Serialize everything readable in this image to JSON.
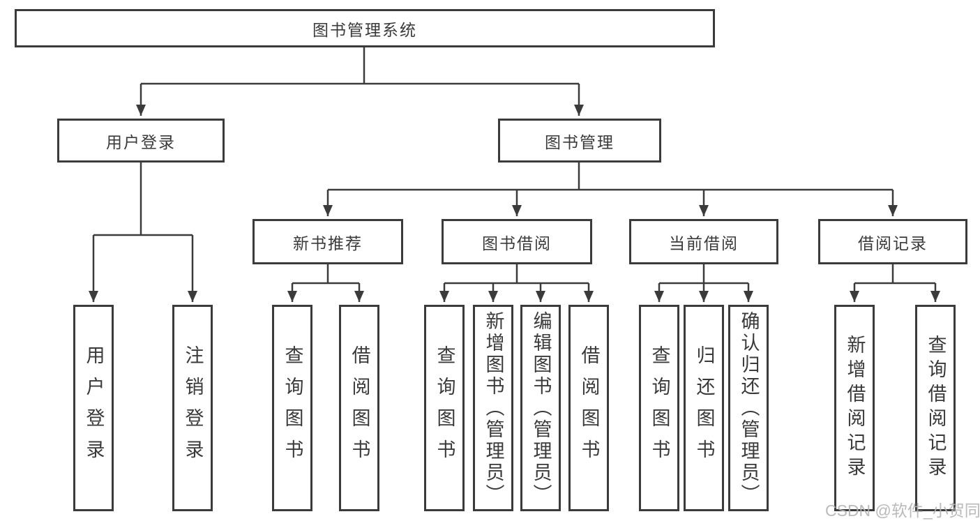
{
  "tree": {
    "root": "图书管理系统",
    "branches": [
      {
        "label": "用户登录",
        "children": [
          "用户登录",
          "注销登录"
        ]
      },
      {
        "label": "图书管理",
        "groups": [
          {
            "label": "新书推荐",
            "children": [
              "查询图书",
              "借阅图书"
            ]
          },
          {
            "label": "图书借阅",
            "children": [
              "查询图书",
              "新增图书（管理员）",
              "编辑图书（管理员）",
              "借阅图书"
            ]
          },
          {
            "label": "当前借阅",
            "children": [
              "查询图书",
              "归还图书",
              "确认归还（管理员）"
            ]
          },
          {
            "label": "借阅记录",
            "children": [
              "新增借阅记录",
              "查询借阅记录"
            ]
          }
        ]
      }
    ]
  },
  "watermark": "CSDN @软件_小贺同学",
  "colors": {
    "line": "#3b3b3b",
    "border": "#3b3b3b",
    "text": "#3a3a3a",
    "watermark": "#b3b3b3",
    "background": "#ffffff"
  }
}
